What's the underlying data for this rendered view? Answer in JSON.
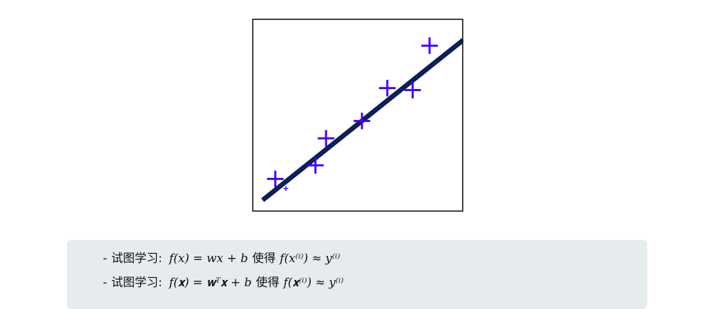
{
  "chart_data": {
    "type": "scatter",
    "title": "",
    "xlabel": "",
    "ylabel": "",
    "xlim": [
      0,
      10
    ],
    "ylim": [
      0,
      10
    ],
    "grid": false,
    "points": [
      {
        "x": 1.1,
        "y": 1.7
      },
      {
        "x": 1.6,
        "y": 1.2
      },
      {
        "x": 3.0,
        "y": 2.4
      },
      {
        "x": 3.5,
        "y": 3.8
      },
      {
        "x": 5.2,
        "y": 4.7
      },
      {
        "x": 6.4,
        "y": 6.4
      },
      {
        "x": 7.6,
        "y": 6.3
      },
      {
        "x": 8.4,
        "y": 8.6
      }
    ],
    "point_sizes": [
      "large",
      "small",
      "large",
      "large",
      "large",
      "large",
      "large",
      "large"
    ],
    "fit_line": {
      "x1": 0.5,
      "y1": 0.6,
      "x2": 10,
      "y2": 8.9
    },
    "colors": {
      "points": "#4400ff",
      "line": "#0d1f57",
      "frame": "#000000"
    }
  },
  "notes": {
    "line1": {
      "dash": "-",
      "label": "试图学习:",
      "formula": "f(x) = wx + b",
      "middle": "使得",
      "target": "f(x⁽ⁱ⁾) ≈ y⁽ⁱ⁾"
    },
    "line2": {
      "dash": "-",
      "label": "试图学习:",
      "formula": "f(𝐱) = 𝐰ᵀ𝐱 + b",
      "middle": "使得",
      "target": "f(𝐱⁽ⁱ⁾) ≈ y⁽ⁱ⁾"
    }
  }
}
